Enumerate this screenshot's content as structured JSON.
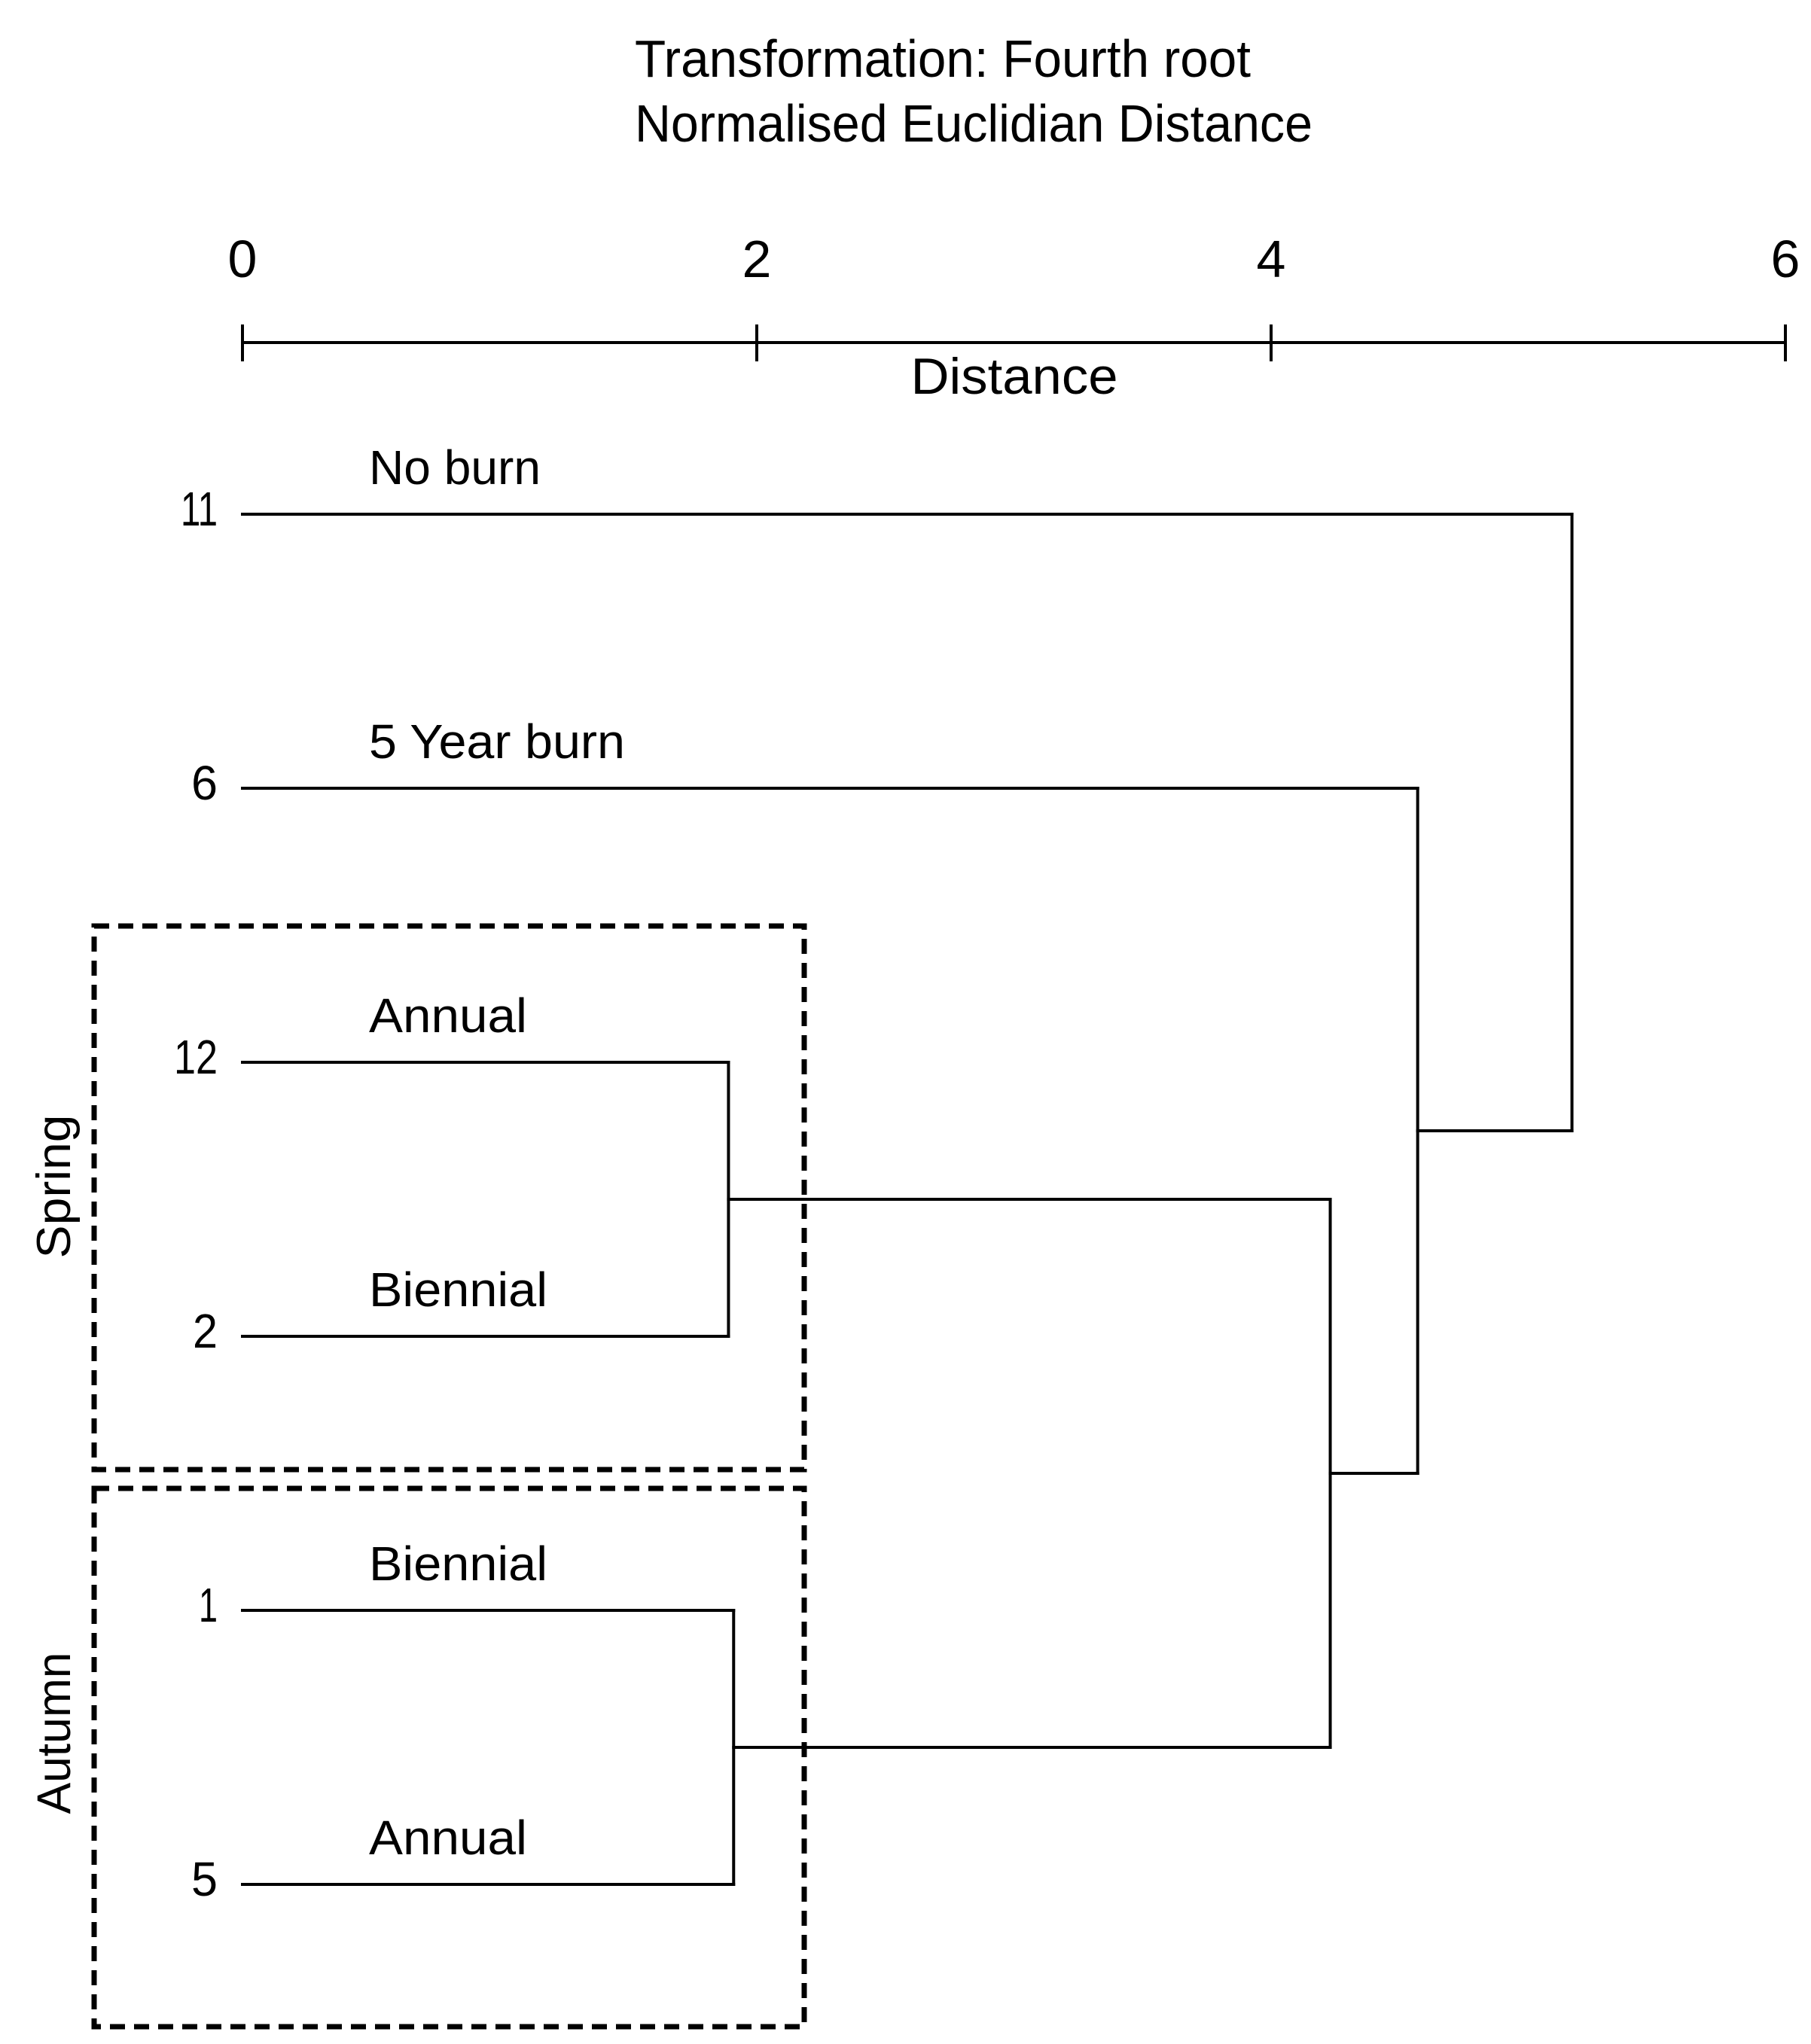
{
  "figure": {
    "background_color": "#ffffff",
    "line_color": "#000000"
  },
  "chart_data": {
    "type": "dendrogram",
    "orientation": "horizontal-distance-axis-on-top",
    "title_lines": [
      "Transformation: Fourth root",
      "Normalised Euclidian Distance"
    ],
    "axis": {
      "label": "Distance",
      "min": 0,
      "max": 6,
      "ticks": [
        0,
        2,
        4,
        6
      ],
      "position": "top"
    },
    "leaves": [
      {
        "id": "11",
        "label": "No burn",
        "group": null
      },
      {
        "id": "6",
        "label": "5 Year burn",
        "group": null
      },
      {
        "id": "12",
        "label": "Annual",
        "group": "Spring"
      },
      {
        "id": "2",
        "label": "Biennial",
        "group": "Spring"
      },
      {
        "id": "1",
        "label": "Biennial",
        "group": "Autumn"
      },
      {
        "id": "5",
        "label": "Annual",
        "group": "Autumn"
      }
    ],
    "merges": [
      {
        "id": "spring-pair",
        "children": [
          "12",
          "2"
        ],
        "distance": 1.89
      },
      {
        "id": "autumn-pair",
        "children": [
          "1",
          "5"
        ],
        "distance": 1.91
      },
      {
        "id": "seasons",
        "children": [
          "spring-pair",
          "autumn-pair"
        ],
        "distance": 4.23
      },
      {
        "id": "seasons-5yr",
        "children": [
          "seasons",
          "6"
        ],
        "distance": 4.57
      },
      {
        "id": "root",
        "children": [
          "seasons-5yr",
          "11"
        ],
        "distance": 5.17
      }
    ],
    "groups": [
      {
        "label": "Spring",
        "leaf_ids": [
          "12",
          "2"
        ],
        "box_style": "dashed"
      },
      {
        "label": "Autumn",
        "leaf_ids": [
          "1",
          "5"
        ],
        "box_style": "dashed"
      }
    ]
  }
}
